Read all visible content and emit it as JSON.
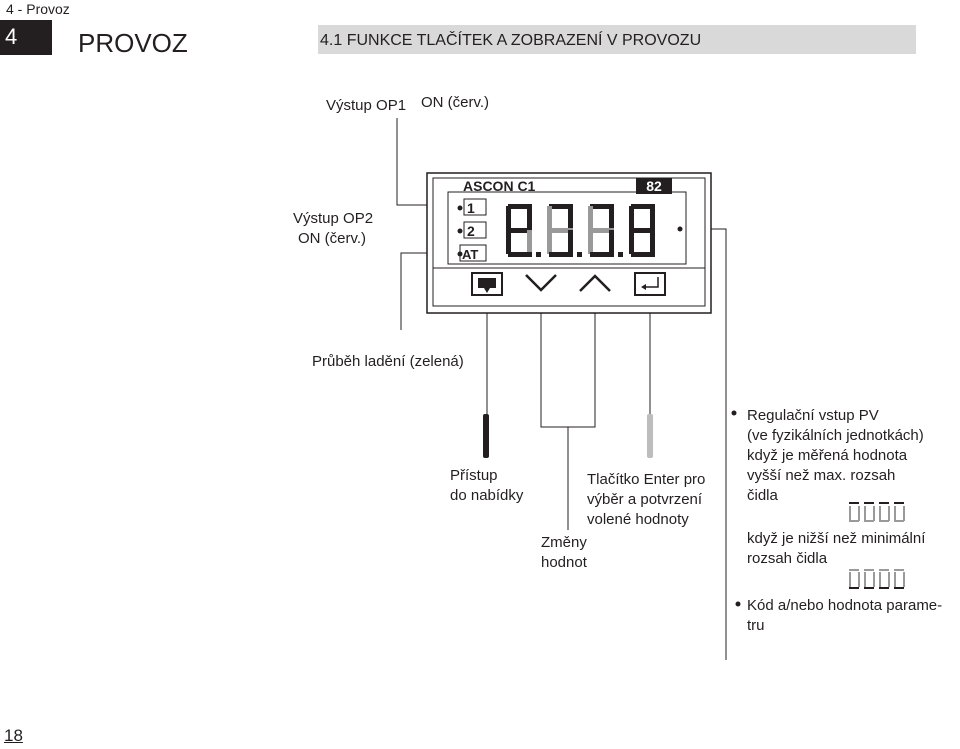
{
  "header": {
    "chapter_label": "4 - Provoz",
    "chapter_number": "4",
    "chapter_title": "PROVOZ",
    "section_title": "4.1 FUNKCE TLAČÍTEK A ZOBRAZENÍ V PROVOZU"
  },
  "labels": {
    "op1": "Výstup OP1",
    "op1_state": "ON (červ.)",
    "op2": "Výstup OP2",
    "op2_state": "ON (červ.)",
    "tuning": "Průběh ladění (zelená)",
    "access_line1": "Přístup",
    "access_line2": "do nabídky",
    "enter_line1": "Tlačítko Enter  pro",
    "enter_line2": "výběr a potvrzení",
    "enter_line3": "volené hodnoty",
    "change_line1": "Změny",
    "change_line2": "hodnot"
  },
  "device": {
    "brand": "ASCON C1",
    "badge": "82",
    "leds": [
      "1",
      "2",
      "AT"
    ],
    "display": "8.8.8.8"
  },
  "notes": {
    "pv_lines": [
      "Regulační vstup PV",
      "(ve fyzikálních jednotkách)",
      "když je měřená hodnota",
      "vyšší než max. rozsah",
      "čidla"
    ],
    "over_display": "----",
    "under_lines": [
      "když je nižší než minimální",
      "rozsah čidla"
    ],
    "under_display": "____",
    "code_lines": [
      "Kód a/nebo hodnota parame-",
      "tru"
    ]
  },
  "page_number": "18"
}
